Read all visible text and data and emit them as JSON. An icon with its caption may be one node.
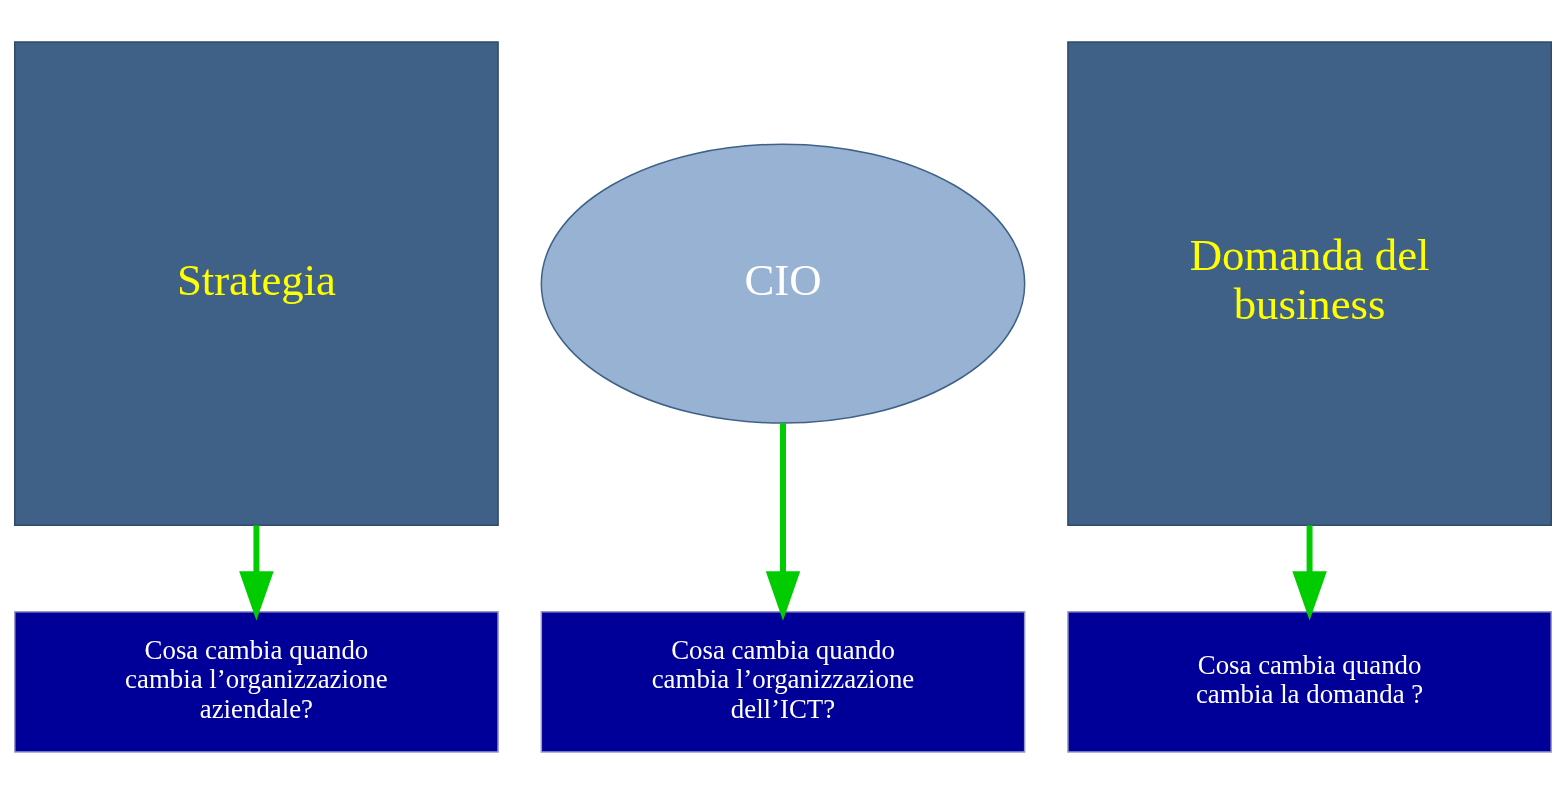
{
  "diagram": {
    "nodes": [
      {
        "text": [
          "Strategia"
        ]
      },
      {
        "text": [
          "CIO"
        ]
      },
      {
        "text": [
          "Domanda del business"
        ]
      },
      {
        "text": [
          "Cosa cambia quando cambia l’organizzazione aziendale?"
        ]
      },
      {
        "text": [
          "Cosa cambia quando cambia l’organizzazione dell’ICT?"
        ]
      },
      {
        "text": [
          "Cosa cambia quando cambia la domanda ?"
        ]
      }
    ],
    "edges": [
      {
        "from": 0,
        "to": 3,
        "arrow": "to"
      },
      {
        "from": 1,
        "to": 4,
        "arrow": "to"
      },
      {
        "from": 2,
        "to": 5,
        "arrow": "to"
      }
    ]
  }
}
